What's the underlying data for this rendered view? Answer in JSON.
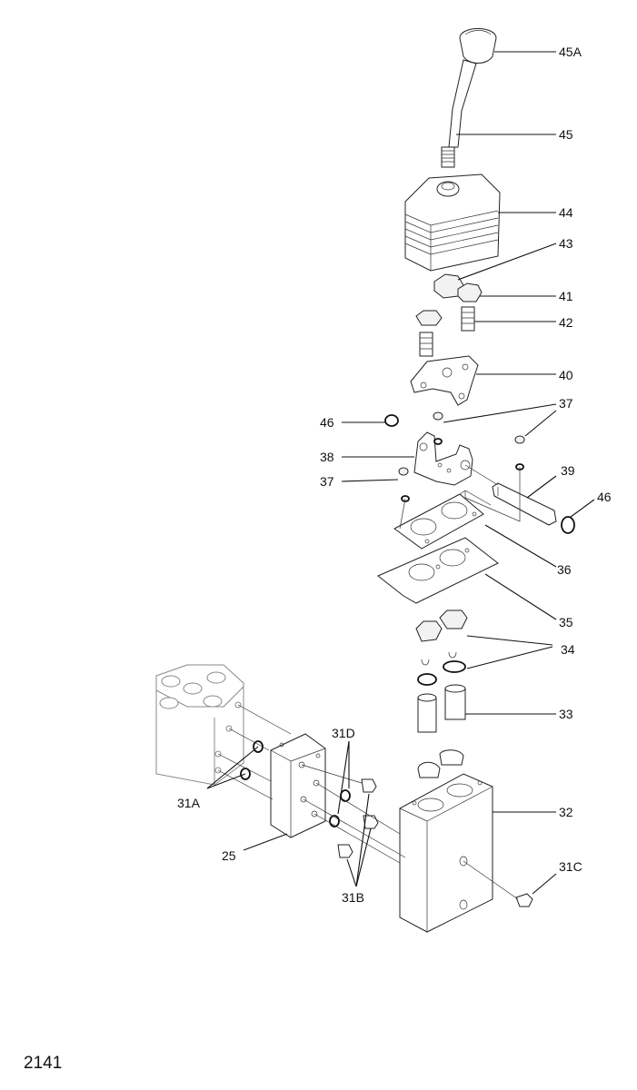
{
  "page_number": "2141",
  "labels": [
    {
      "id": "45A",
      "text": "45A"
    },
    {
      "id": "45",
      "text": "45"
    },
    {
      "id": "44",
      "text": "44"
    },
    {
      "id": "43",
      "text": "43"
    },
    {
      "id": "41",
      "text": "41"
    },
    {
      "id": "42",
      "text": "42"
    },
    {
      "id": "40",
      "text": "40"
    },
    {
      "id": "37a",
      "text": "37"
    },
    {
      "id": "46a",
      "text": "46"
    },
    {
      "id": "38",
      "text": "38"
    },
    {
      "id": "37b",
      "text": "37"
    },
    {
      "id": "39",
      "text": "39"
    },
    {
      "id": "46b",
      "text": "46"
    },
    {
      "id": "36",
      "text": "36"
    },
    {
      "id": "35",
      "text": "35"
    },
    {
      "id": "34",
      "text": "34"
    },
    {
      "id": "33",
      "text": "33"
    },
    {
      "id": "31D",
      "text": "31D"
    },
    {
      "id": "31A",
      "text": "31A"
    },
    {
      "id": "32",
      "text": "32"
    },
    {
      "id": "25",
      "text": "25"
    },
    {
      "id": "31C",
      "text": "31C"
    },
    {
      "id": "31B",
      "text": "31B"
    }
  ]
}
